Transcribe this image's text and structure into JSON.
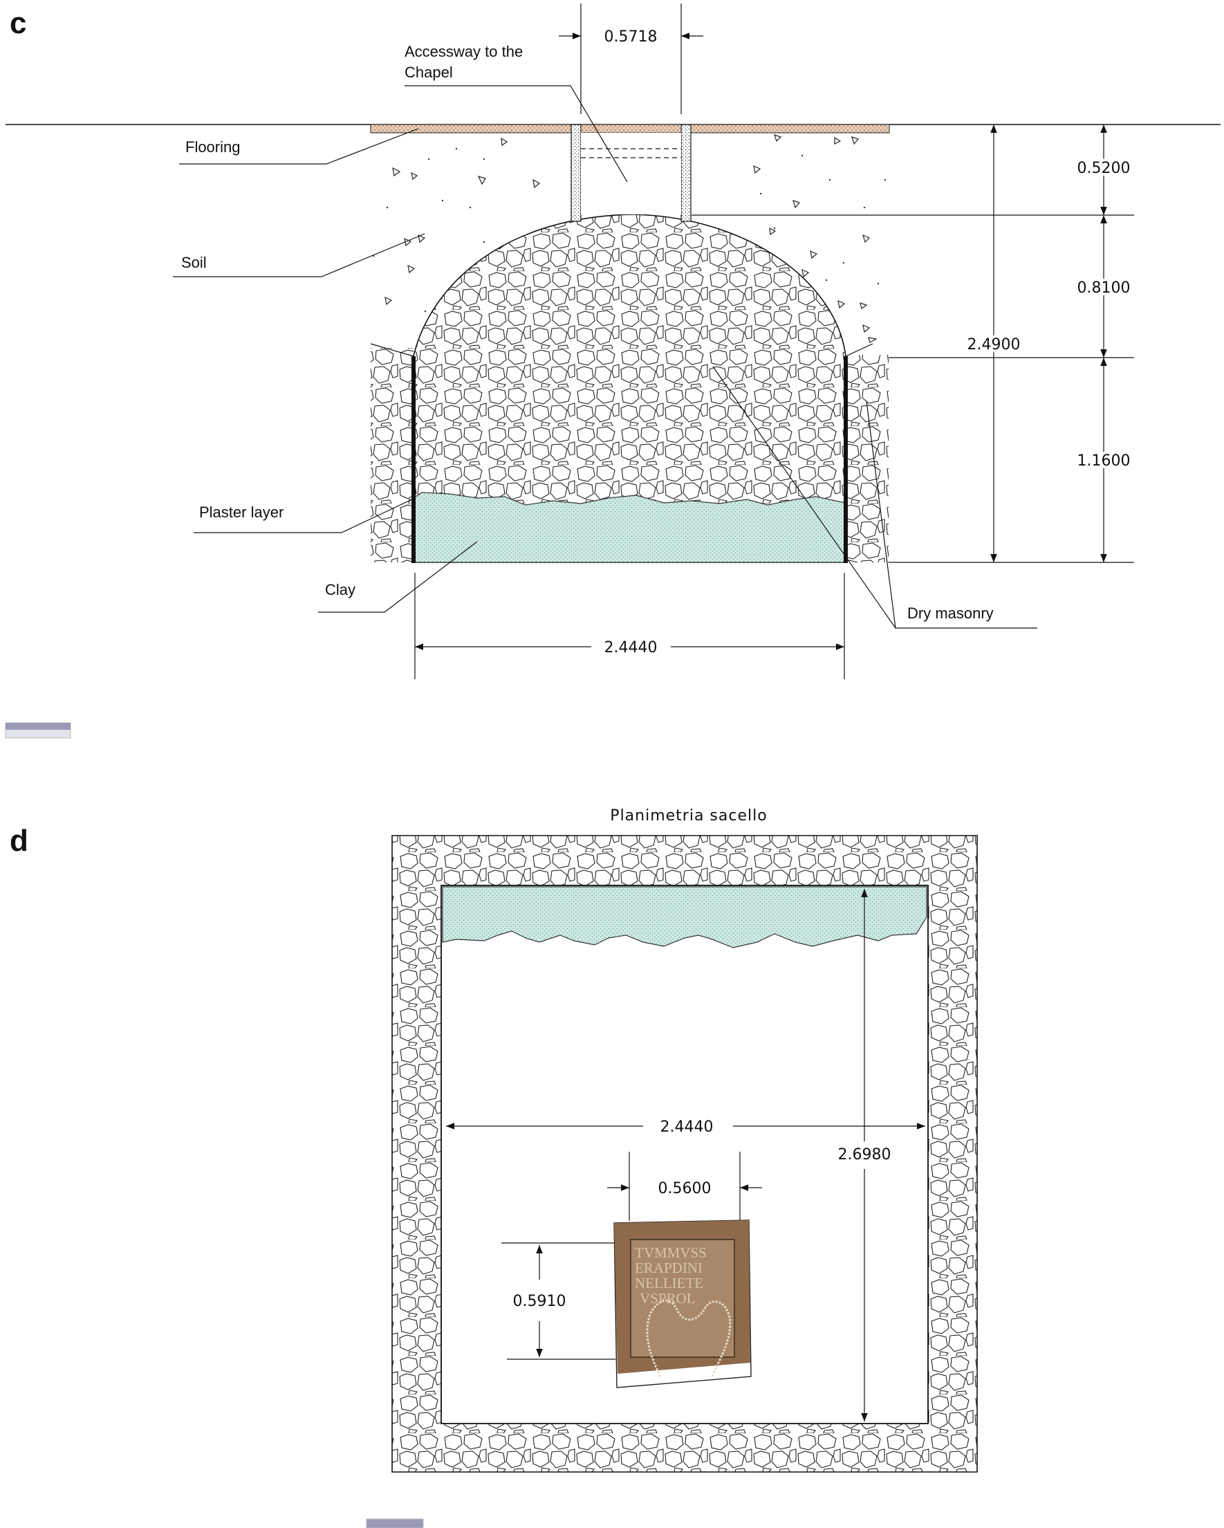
{
  "panel_c": {
    "letter": "c",
    "labels": {
      "accessway_line1": "Accessway to the",
      "accessway_line2": "Chapel",
      "flooring": "Flooring",
      "soil": "Soil",
      "plaster": "Plaster layer",
      "clay": "Clay",
      "dry_masonry": "Dry masonry"
    },
    "dims": {
      "access_width": "0.5718",
      "floor_depth": "0.5200",
      "dome_height": "0.8100",
      "total_height": "2.4900",
      "wall_height": "1.1600",
      "width": "2.4440"
    }
  },
  "panel_d": {
    "letter": "d",
    "title": "Planimetria sacello",
    "dims": {
      "width": "2.4440",
      "depth": "2.6980",
      "stone_width": "0.5600",
      "stone_height": "0.5910"
    },
    "inscription": {
      "line1": "TVMMVSS",
      "line2": "ERAPDINI",
      "line3": "NELLIETE",
      "line4": "VSPROL"
    }
  },
  "colors": {
    "clay_fill": "#c9e6e2",
    "stone_fill": "#ffffff",
    "floor_fill": "#e6c9b0",
    "photo_fill": "#8a6a4a"
  }
}
